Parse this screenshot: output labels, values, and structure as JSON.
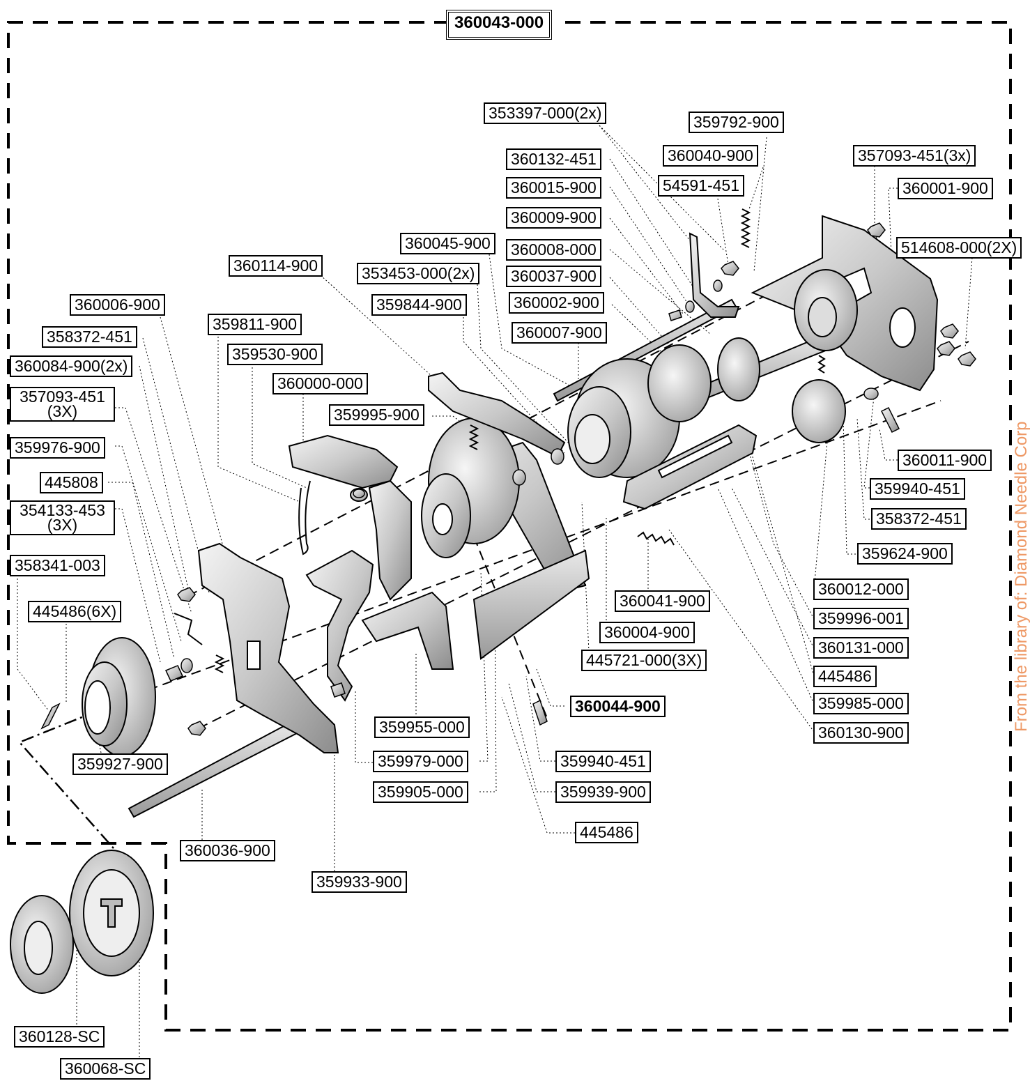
{
  "assembly_number": "360043-000",
  "watermark": "From the library of: Diamond Needle Corp",
  "part_labels": {
    "p353397_000": "353397-000(2x)",
    "p359792_900": "359792-900",
    "p360132_451": "360132-451",
    "p360040_900": "360040-900",
    "p357093_451_3x_top": "357093-451(3x)",
    "p360015_900": "360015-900",
    "p54591_451": "54591-451",
    "p360001_900": "360001-900",
    "p360009_900": "360009-900",
    "p360045_900": "360045-900",
    "p360008_000": "360008-000",
    "p514608_000": "514608-000(2X)",
    "p360114_900": "360114-900",
    "p353453_000": "353453-000(2x)",
    "p360037_900": "360037-900",
    "p360006_900": "360006-900",
    "p359844_900": "359844-900",
    "p360002_900": "360002-900",
    "p359811_900": "359811-900",
    "p358372_451_left": "358372-451",
    "p360007_900": "360007-900",
    "p359530_900": "359530-900",
    "p360084_900": "360084-900(2x)",
    "p360000_000": "360000-000",
    "p357093_451_left_line1": "357093-451",
    "p357093_451_left_line2": "(3X)",
    "p359995_900": "359995-900",
    "p359976_900": "359976-900",
    "p360011_900": "360011-900",
    "p445808": "445808",
    "p359940_451_right": "359940-451",
    "p354133_453_line1": "354133-453",
    "p354133_453_line2": "(3X)",
    "p358372_451_right": "358372-451",
    "p359624_900": "359624-900",
    "p358341_003": "358341-003",
    "p360012_000": "360012-000",
    "p360041_900": "360041-900",
    "p445486_6x": "445486(6X)",
    "p359996_001": "359996-001",
    "p360004_900": "360004-900",
    "p360131_000": "360131-000",
    "p445721_000": "445721-000(3X)",
    "p445486_right": "445486",
    "p360044_900": "360044-900",
    "p359985_000": "359985-000",
    "p359955_000": "359955-000",
    "p360130_900": "360130-900",
    "p359927_900": "359927-900",
    "p359979_000": "359979-000",
    "p359940_451_bottom": "359940-451",
    "p359905_000": "359905-000",
    "p359939_900": "359939-900",
    "p445486_bottom": "445486",
    "p360036_900": "360036-900",
    "p359933_900": "359933-900",
    "p360128_sc": "360128-SC",
    "p360068_sc": "360068-SC"
  }
}
